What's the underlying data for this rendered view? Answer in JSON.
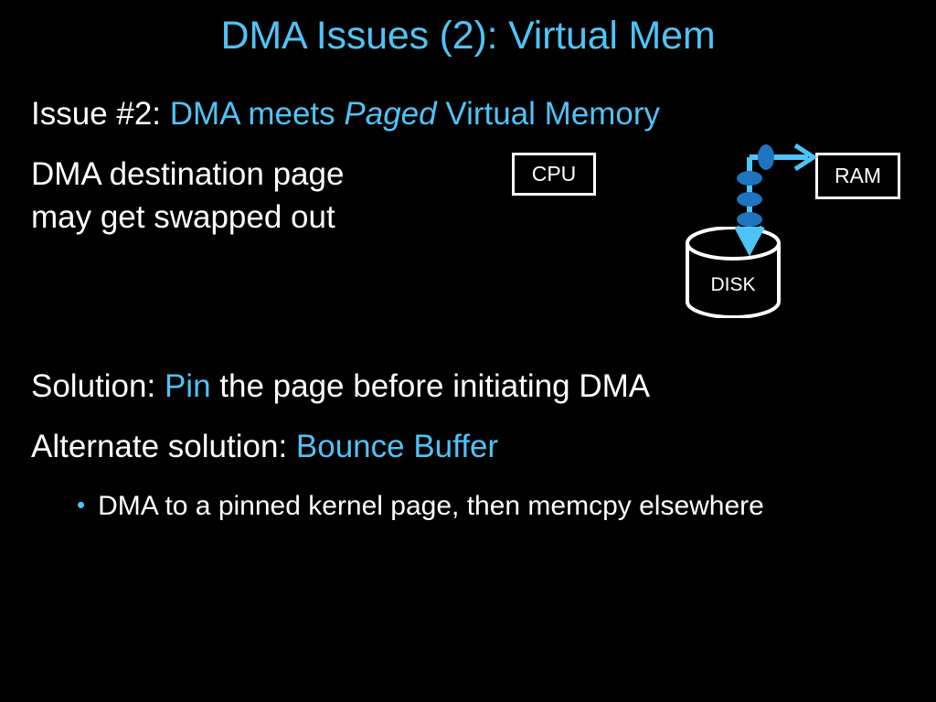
{
  "slide": {
    "title": "DMA Issues (2): Virtual Mem",
    "background_color": "#000000",
    "accent_color": "#4FC3F7",
    "text_color": "#FFFFFF",
    "dot_color": "#1E74BE",
    "arrow_color": "#4FC3F7"
  },
  "lead": {
    "label": "Issue #2:",
    "topic_prefix": "DMA meets",
    "topic_emphasis": "Paged",
    "topic_suffix": "Virtual Memory"
  },
  "problem": {
    "line1": "DMA destination page",
    "line2": "may get swapped out"
  },
  "solutions": {
    "primary_label": "Solution:",
    "primary_keyword": "Pin",
    "primary_rest": "the page before initiating DMA",
    "alternate_label": "Alternate solution:",
    "alternate_keyword": "Bounce Buffer",
    "bullet_marker": "•",
    "bullet_text": "DMA to a pinned kernel page, then memcpy elsewhere"
  },
  "diagram": {
    "cpu_label": "CPU",
    "ram_label": "RAM",
    "disk_label": "DISK",
    "page_dots_count": 4,
    "flow_to_ram": "arrow-right",
    "flow_to_disk": "arrow-down"
  }
}
